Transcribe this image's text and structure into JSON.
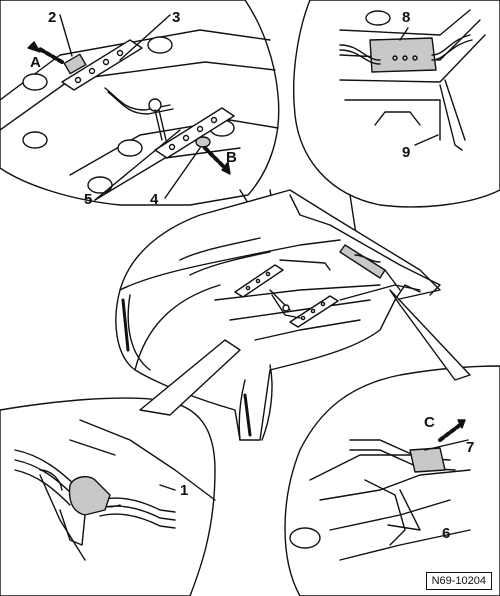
{
  "figure": {
    "callouts": {
      "c1": "1",
      "c2": "2",
      "c3": "3",
      "c4": "4",
      "c5": "5",
      "c6": "6",
      "c7": "7",
      "c8": "8",
      "c9": "9",
      "A": "A",
      "B": "B",
      "C": "C"
    },
    "reference_code": "N69-10204"
  },
  "colors": {
    "line": "#111111",
    "fill_light": "#ffffff",
    "fill_gray": "#c8c8c8",
    "fill_dark": "#8a8a8a"
  }
}
